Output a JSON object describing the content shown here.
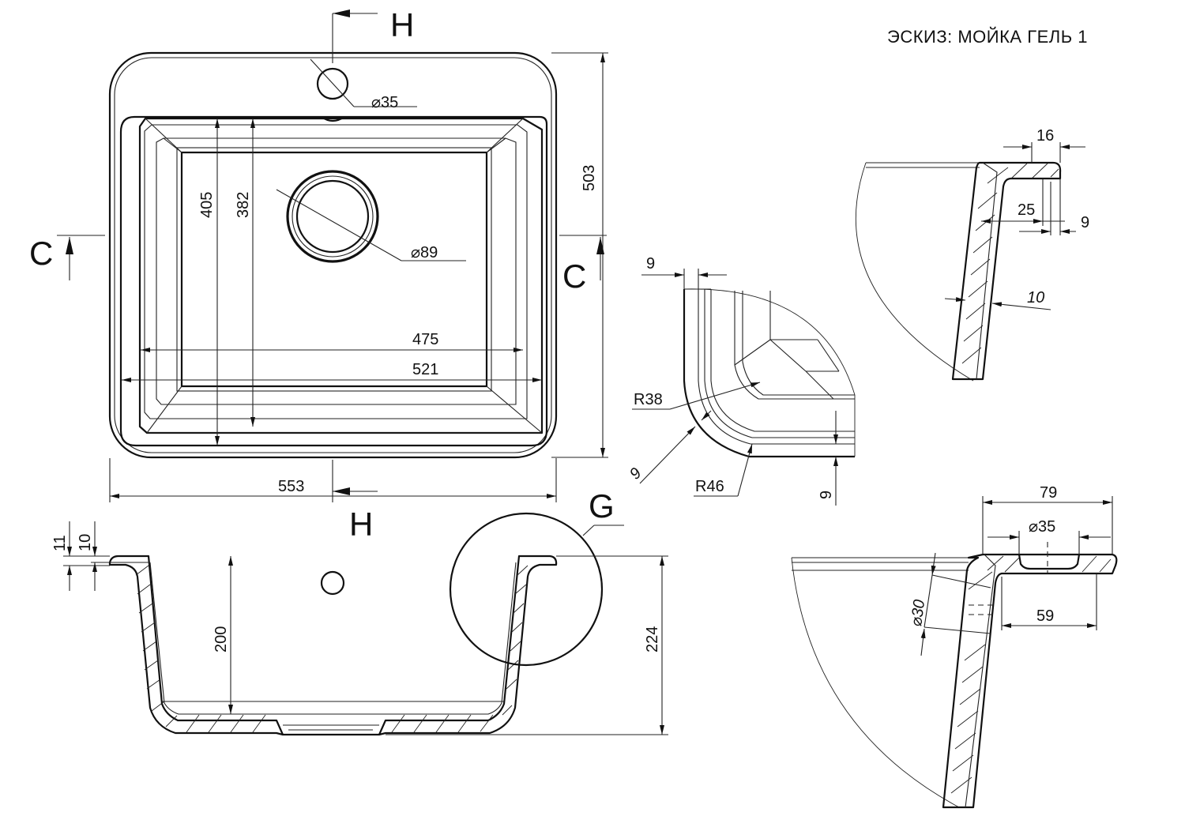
{
  "title": "ЭСКИЗ: МОЙКА ГЕЛЬ 1",
  "section_labels": {
    "h_top": "H",
    "h_bottom": "H",
    "c_left": "C",
    "c_right": "C",
    "g": "G"
  },
  "plan_view": {
    "width": "553",
    "height": "503",
    "bowl_inner_width": "475",
    "bowl_outer_width": "521",
    "bowl_outer_length": "405",
    "bowl_inner_length": "382",
    "tap_hole": "35",
    "drain": "89"
  },
  "side_view": {
    "rim_outer": "11",
    "rim_inner": "10",
    "bowl_depth": "200",
    "total_depth": "224"
  },
  "corner_detail": {
    "wall": "9",
    "inner_radius": "R38",
    "outer_radius": "R46",
    "diagonal": "9",
    "bottom": "9"
  },
  "rim_detail_c": {
    "rim_width": "16",
    "shelf": "25",
    "edge": "9",
    "wall": "10"
  },
  "rim_detail_g": {
    "total": "79",
    "hole": "35",
    "inner": "59",
    "overflow": "30"
  }
}
